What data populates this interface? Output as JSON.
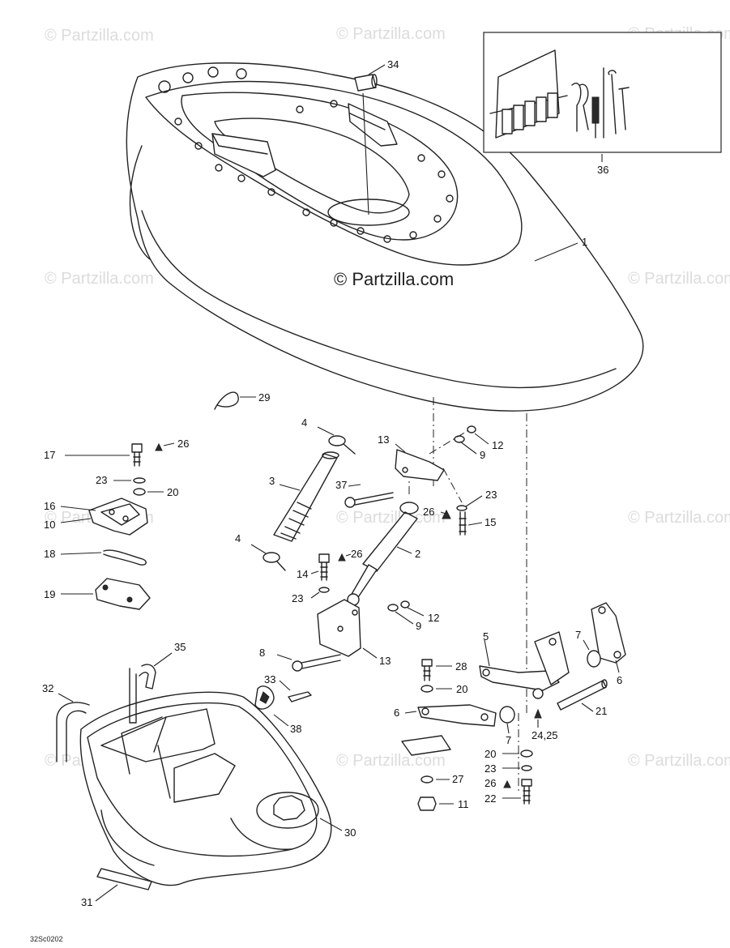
{
  "watermark": "© Partzilla.com",
  "main_watermark": "© Partzilla.com",
  "diagram_code": "32Sc0202",
  "callouts": [
    {
      "id": "c1",
      "label": "1"
    },
    {
      "id": "c2",
      "label": "2"
    },
    {
      "id": "c3",
      "label": "3"
    },
    {
      "id": "c4a",
      "label": "4"
    },
    {
      "id": "c4b",
      "label": "4"
    },
    {
      "id": "c5",
      "label": "5"
    },
    {
      "id": "c6a",
      "label": "6"
    },
    {
      "id": "c6b",
      "label": "6"
    },
    {
      "id": "c7a",
      "label": "7"
    },
    {
      "id": "c7b",
      "label": "7"
    },
    {
      "id": "c8",
      "label": "8"
    },
    {
      "id": "c9a",
      "label": "9"
    },
    {
      "id": "c9b",
      "label": "9"
    },
    {
      "id": "c10",
      "label": "10"
    },
    {
      "id": "c11",
      "label": "11"
    },
    {
      "id": "c12a",
      "label": "12"
    },
    {
      "id": "c12b",
      "label": "12"
    },
    {
      "id": "c13a",
      "label": "13"
    },
    {
      "id": "c13b",
      "label": "13"
    },
    {
      "id": "c14",
      "label": "14"
    },
    {
      "id": "c15",
      "label": "15"
    },
    {
      "id": "c16",
      "label": "16"
    },
    {
      "id": "c17",
      "label": "17"
    },
    {
      "id": "c18",
      "label": "18"
    },
    {
      "id": "c19",
      "label": "19"
    },
    {
      "id": "c20a",
      "label": "20"
    },
    {
      "id": "c20b",
      "label": "20"
    },
    {
      "id": "c20c",
      "label": "20"
    },
    {
      "id": "c21",
      "label": "21"
    },
    {
      "id": "c22",
      "label": "22"
    },
    {
      "id": "c23a",
      "label": "23"
    },
    {
      "id": "c23b",
      "label": "23"
    },
    {
      "id": "c23c",
      "label": "23"
    },
    {
      "id": "c23d",
      "label": "23"
    },
    {
      "id": "c2425",
      "label": "24,25"
    },
    {
      "id": "c26a",
      "label": "26"
    },
    {
      "id": "c26b",
      "label": "26"
    },
    {
      "id": "c26c",
      "label": "26"
    },
    {
      "id": "c26d",
      "label": "26"
    },
    {
      "id": "c27",
      "label": "27"
    },
    {
      "id": "c28",
      "label": "28"
    },
    {
      "id": "c29",
      "label": "29"
    },
    {
      "id": "c30",
      "label": "30"
    },
    {
      "id": "c31",
      "label": "31"
    },
    {
      "id": "c32",
      "label": "32"
    },
    {
      "id": "c33",
      "label": "33"
    },
    {
      "id": "c34",
      "label": "34"
    },
    {
      "id": "c35",
      "label": "35"
    },
    {
      "id": "c36",
      "label": "36"
    },
    {
      "id": "c37",
      "label": "37"
    },
    {
      "id": "c38",
      "label": "38"
    }
  ]
}
